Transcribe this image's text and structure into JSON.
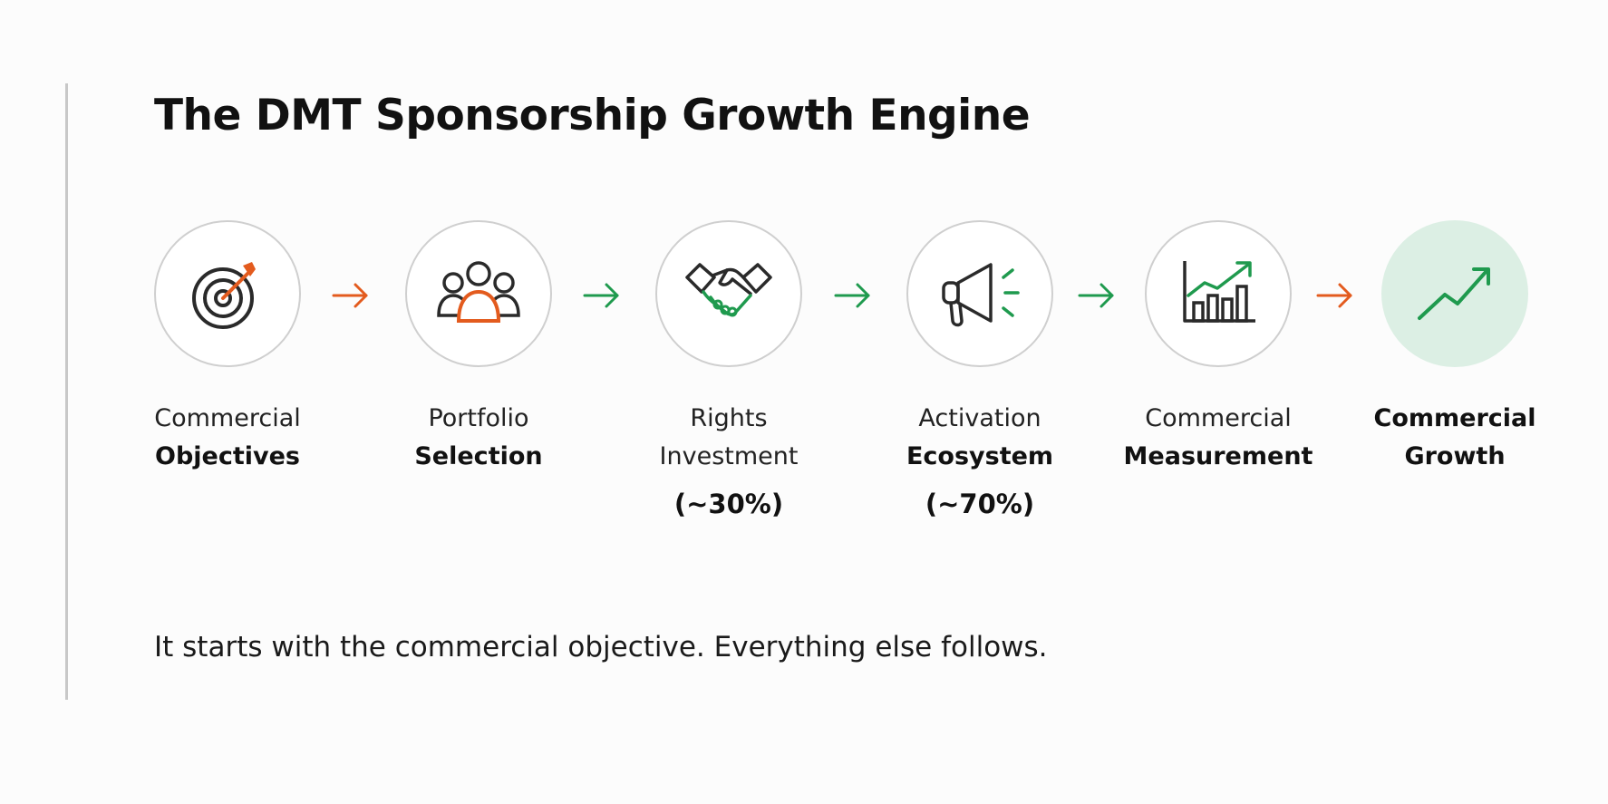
{
  "title": "The DMT Sponsorship Growth Engine",
  "tagline": "It starts with the commercial objective. Everything else follows.",
  "colors": {
    "orange": "#e35b1e",
    "green": "#1f9a4e",
    "final_fill": "#dcefe4"
  },
  "steps": [
    {
      "icon": "target-icon",
      "line1": "Commercial",
      "line2": "Objectives",
      "pct": ""
    },
    {
      "icon": "people-group-icon",
      "line1": "Portfolio",
      "line2": "Selection",
      "pct": ""
    },
    {
      "icon": "handshake-icon",
      "line1": "Rights",
      "line2": "Investment",
      "pct": "(~30%)"
    },
    {
      "icon": "megaphone-icon",
      "line1": "Activation",
      "line2": "Ecosystem",
      "pct": "(~70%)"
    },
    {
      "icon": "bar-chart-growth-icon",
      "line1": "Commercial",
      "line2": "Measurement",
      "pct": ""
    },
    {
      "icon": "trend-up-icon",
      "line1": "Commercial",
      "line2": "Growth",
      "pct": ""
    }
  ],
  "arrows": [
    {
      "color": "orange"
    },
    {
      "color": "green"
    },
    {
      "color": "green"
    },
    {
      "color": "green"
    },
    {
      "color": "orange"
    }
  ]
}
